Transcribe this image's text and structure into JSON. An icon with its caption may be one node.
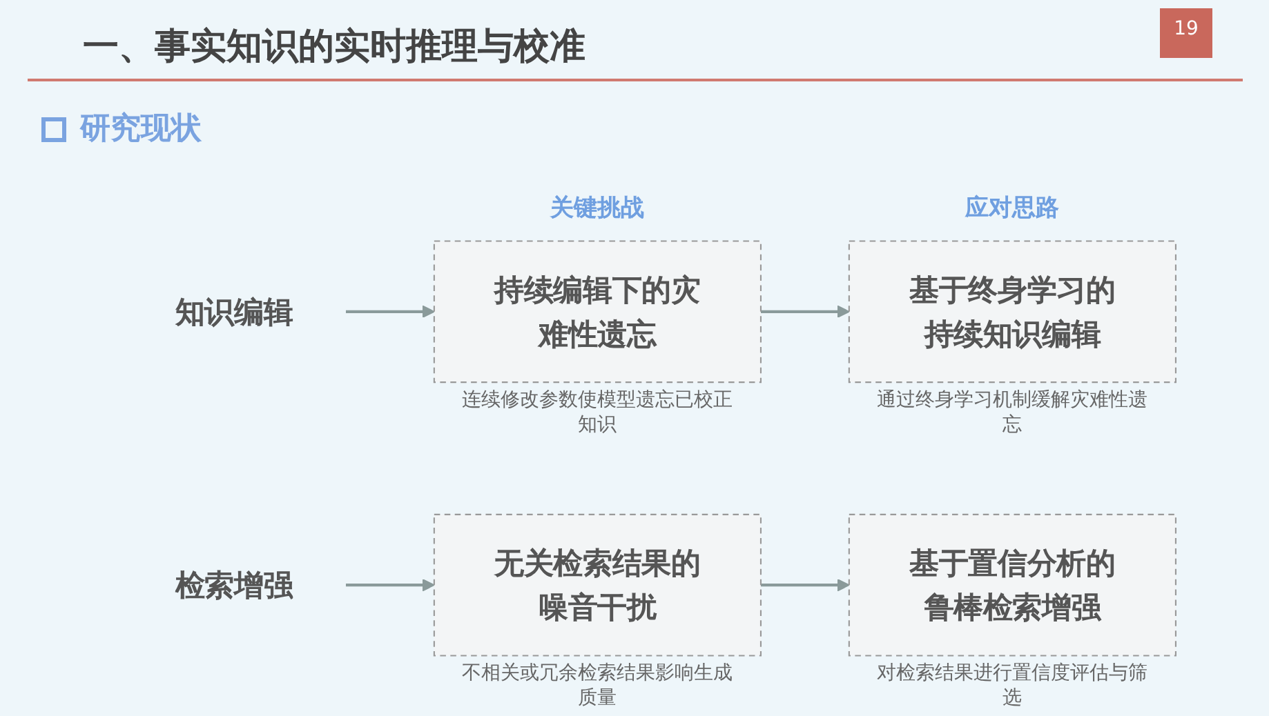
{
  "diagram": {
    "title": "一、事实知识的实时推理与校准",
    "nodes": [
      {
        "text": [
          "知识编辑"
        ]
      },
      {
        "text": [
          "持续编辑下的灾难性遗忘"
        ],
        "beside": [
          "连续修改参数使模型遗忘已校正知识"
        ]
      },
      {
        "text": [
          "基于终身学习的持续知识编辑"
        ],
        "beside": [
          "通过终身学习机制缓解灾难性遗忘"
        ]
      },
      {
        "text": [
          "检索增强"
        ]
      },
      {
        "text": [
          "无关检索结果的噪音干扰"
        ],
        "beside": [
          "不相关或冗余检索结果影响生成质量"
        ]
      },
      {
        "text": [
          "基于置信分析的鲁棒检索增强"
        ],
        "beside": [
          "对检索结果进行置信度评估与筛选"
        ]
      }
    ],
    "edges": [
      {
        "from": 0,
        "to": 1,
        "arrow": "to"
      },
      {
        "from": 1,
        "to": 2,
        "arrow": "to"
      },
      {
        "from": 3,
        "to": 4,
        "arrow": "to"
      },
      {
        "from": 4,
        "to": 5,
        "arrow": "to"
      }
    ],
    "labels": [
      "19",
      "研究现状",
      "关键挑战",
      "应对思路"
    ]
  }
}
